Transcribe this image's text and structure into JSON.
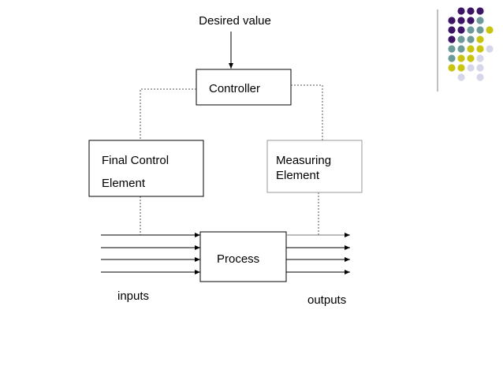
{
  "labels": {
    "desired_value": "Desired value",
    "controller": "Controller",
    "final_control_line1": "Final Control",
    "final_control_line2": "Element",
    "measuring_line1": "Measuring",
    "measuring_line2": "Element",
    "process": "Process",
    "inputs": "inputs",
    "outputs": "outputs"
  },
  "decoration": {
    "dot_colors": {
      "purple": "#3d1466",
      "teal": "#6f9a9a",
      "yellow": "#c9c40f",
      "lavender": "#d6d6ea"
    },
    "dot_rows": [
      [
        "",
        "purple",
        "purple",
        "purple",
        ""
      ],
      [
        "purple",
        "purple",
        "purple",
        "teal",
        ""
      ],
      [
        "purple",
        "purple",
        "teal",
        "teal",
        "yellow"
      ],
      [
        "purple",
        "teal",
        "teal",
        "yellow",
        ""
      ],
      [
        "teal",
        "teal",
        "yellow",
        "yellow",
        "lavender"
      ],
      [
        "teal",
        "yellow",
        "yellow",
        "lavender",
        ""
      ],
      [
        "yellow",
        "yellow",
        "lavender",
        "lavender",
        ""
      ],
      [
        "",
        "lavender",
        "",
        "lavender",
        ""
      ]
    ],
    "divider_color": "#808080"
  }
}
